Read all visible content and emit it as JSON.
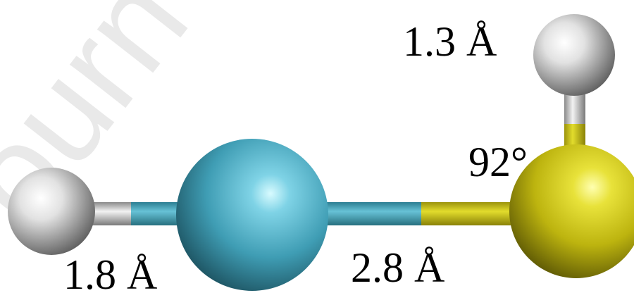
{
  "watermark": "ourn",
  "molecule": {
    "atoms": [
      {
        "id": "h-left",
        "element": "H",
        "color": "#ececec"
      },
      {
        "id": "center-atom",
        "color": "#4aa8bf"
      },
      {
        "id": "s-atom",
        "element": "S",
        "color": "#d3cf1a"
      },
      {
        "id": "h-top",
        "element": "H",
        "color": "#ececec"
      }
    ],
    "bond_colors": {
      "hydrogen": "#c8c8c8",
      "center": "#4aa8bf",
      "sulfur": "#c8c21a"
    }
  },
  "labels": {
    "bond_left": "1.8 Å",
    "bond_center_s": "2.8 Å",
    "bond_s_h": "1.3 Å",
    "angle": "92°"
  }
}
